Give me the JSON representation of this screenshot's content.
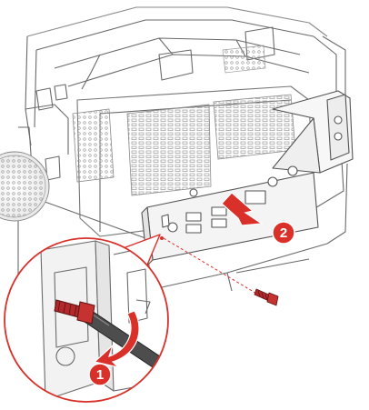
{
  "diagram": {
    "steps": [
      {
        "number": "1",
        "action": "rotate-screwdriver-counterclockwise"
      },
      {
        "number": "2",
        "action": "slide-bracket-outward"
      }
    ],
    "colors": {
      "line": "#6a6a6a",
      "light_line": "#b5b5b5",
      "accent_red": "#d9302a",
      "screw_red": "#b2282b",
      "panel_fill": "#f4f4f4"
    },
    "icons": [
      "screw-icon",
      "screwdriver-icon",
      "rotation-arrow-icon",
      "slide-arrow-icon"
    ]
  }
}
